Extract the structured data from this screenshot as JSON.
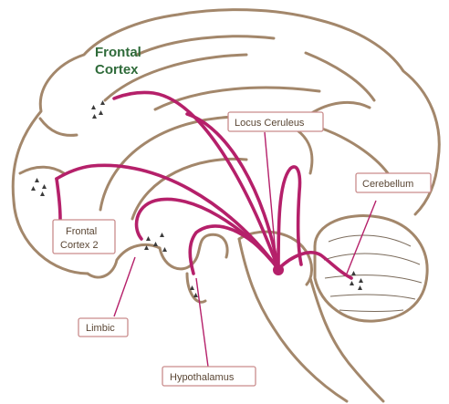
{
  "diagram": {
    "title_lines": [
      "Frontal",
      "Cortex"
    ],
    "labels": {
      "locus_ceruleus": "Locus Ceruleus",
      "cerebellum": "Cerebellum",
      "frontal_cortex_2_line1": "Frontal",
      "frontal_cortex_2_line2": "Cortex 2",
      "limbic": "Limbic",
      "hypothalamus": "Hypothalamus"
    },
    "colors": {
      "pathway": "#b5206a",
      "outline": "#a3876b",
      "title": "#2f6b3a",
      "label_text": "#5a4634",
      "label_border": "#c98c8c"
    },
    "icons": [
      "triangle-terminal-icon"
    ]
  }
}
